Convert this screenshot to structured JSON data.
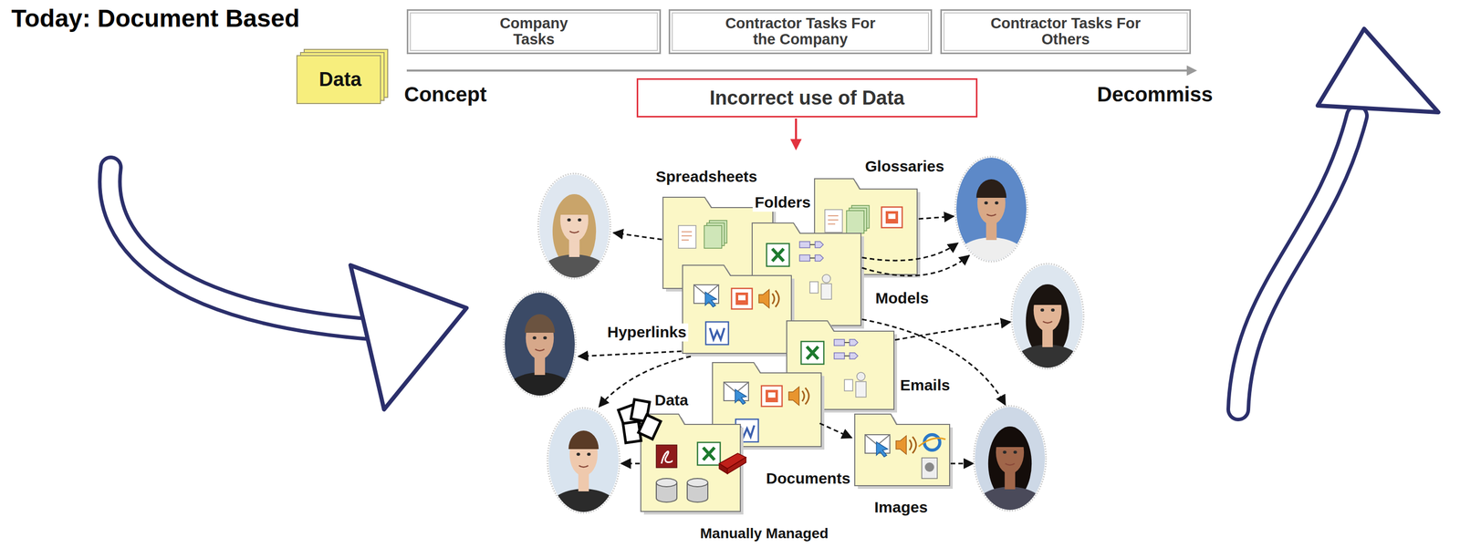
{
  "diagram": {
    "title": "Today: Document Based",
    "nodes": [
      {
        "text": [
          "Company Tasks"
        ]
      },
      {
        "text": [
          "Contractor Tasks For the Company"
        ]
      },
      {
        "text": [
          "Contractor Tasks For Others"
        ]
      },
      {
        "text": [
          "Data"
        ]
      },
      {
        "text": [
          "Incorrect use of Data"
        ]
      }
    ],
    "labels": [
      "Concept",
      "Decommiss",
      "Spreadsheets",
      "Folders",
      "Glossaries",
      "Models",
      "Hyperlinks",
      "Emails",
      "Data",
      "Documents",
      "Images",
      "Manually Managed"
    ]
  }
}
